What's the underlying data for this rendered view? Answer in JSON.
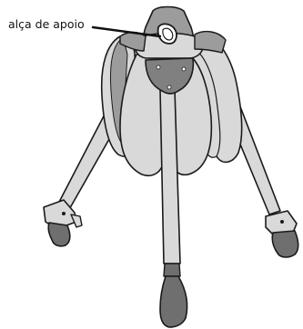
{
  "illustration": {
    "subject": "tripod-with-three-legs",
    "colors": {
      "outline": "#1a1a1a",
      "light_fill": "#d9d9d9",
      "mid_fill": "#9c9c9c",
      "dark_fill": "#6f6f6f",
      "plate_fill": "#808080"
    }
  },
  "callouts": [
    {
      "label": "alça de apoio",
      "target": "support-strap"
    }
  ]
}
